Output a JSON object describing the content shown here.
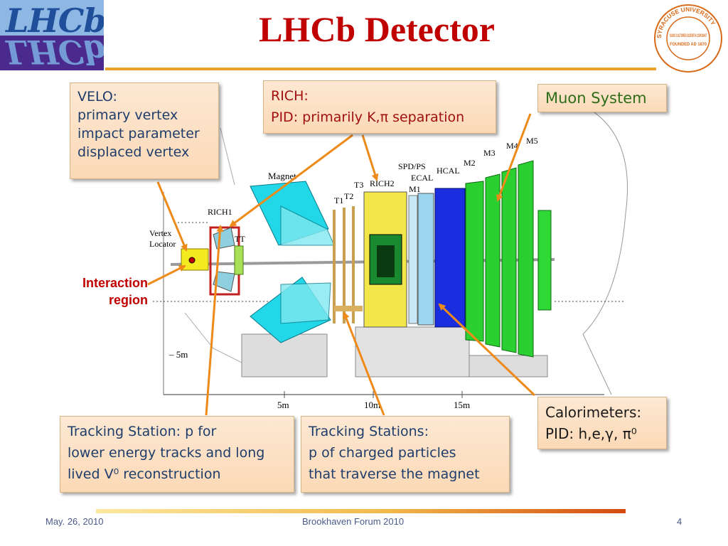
{
  "slide": {
    "title": "LHCb Detector",
    "logo_left_text": "LHCb",
    "seal_text": [
      "SYRACUSE UNIVERSITY",
      "FOUNDED AD 1870",
      "SUOS CULTORES SCIENTIA CORONAT"
    ]
  },
  "callouts": {
    "velo": [
      "VELO:",
      "primary vertex",
      "impact parameter",
      "displaced vertex"
    ],
    "rich": [
      "RICH:",
      "PID: primarily K,π separation"
    ],
    "muon": "Muon System",
    "calorimeters": [
      "Calorimeters:",
      "PID: h,e,γ, π⁰"
    ],
    "tracking_low": [
      "Tracking Station: p for",
      "lower energy tracks and long",
      "lived V⁰ reconstruction"
    ],
    "tracking_magnet": [
      "Tracking Stations:",
      "p of charged particles",
      "that traverse the magnet"
    ],
    "interaction_region": [
      "Interaction",
      "region"
    ]
  },
  "diagram_labels": {
    "magnet": "Magnet",
    "rich1": "RICH1",
    "vertex_locator": [
      "Vertex",
      "Locator"
    ],
    "tt": "TT",
    "t1": "T1",
    "t2": "T2",
    "t3": "T3",
    "rich2": "RICH2",
    "m1": "M1",
    "m2": "M2",
    "m3": "M3",
    "m4": "M4",
    "m5": "M5",
    "spd_ps": "SPD/PS",
    "ecal": "ECAL",
    "hcal": "HCAL",
    "y_tick": "– 5m",
    "x_ticks": [
      "5m",
      "10m",
      "15m"
    ]
  },
  "colors": {
    "title": "#c00000",
    "accent_rule": "#e8a22a",
    "arrow": "#ee8a1a"
  },
  "footer": {
    "date": "May. 26, 2010",
    "event": "Brookhaven Forum 2010",
    "page": "4"
  }
}
